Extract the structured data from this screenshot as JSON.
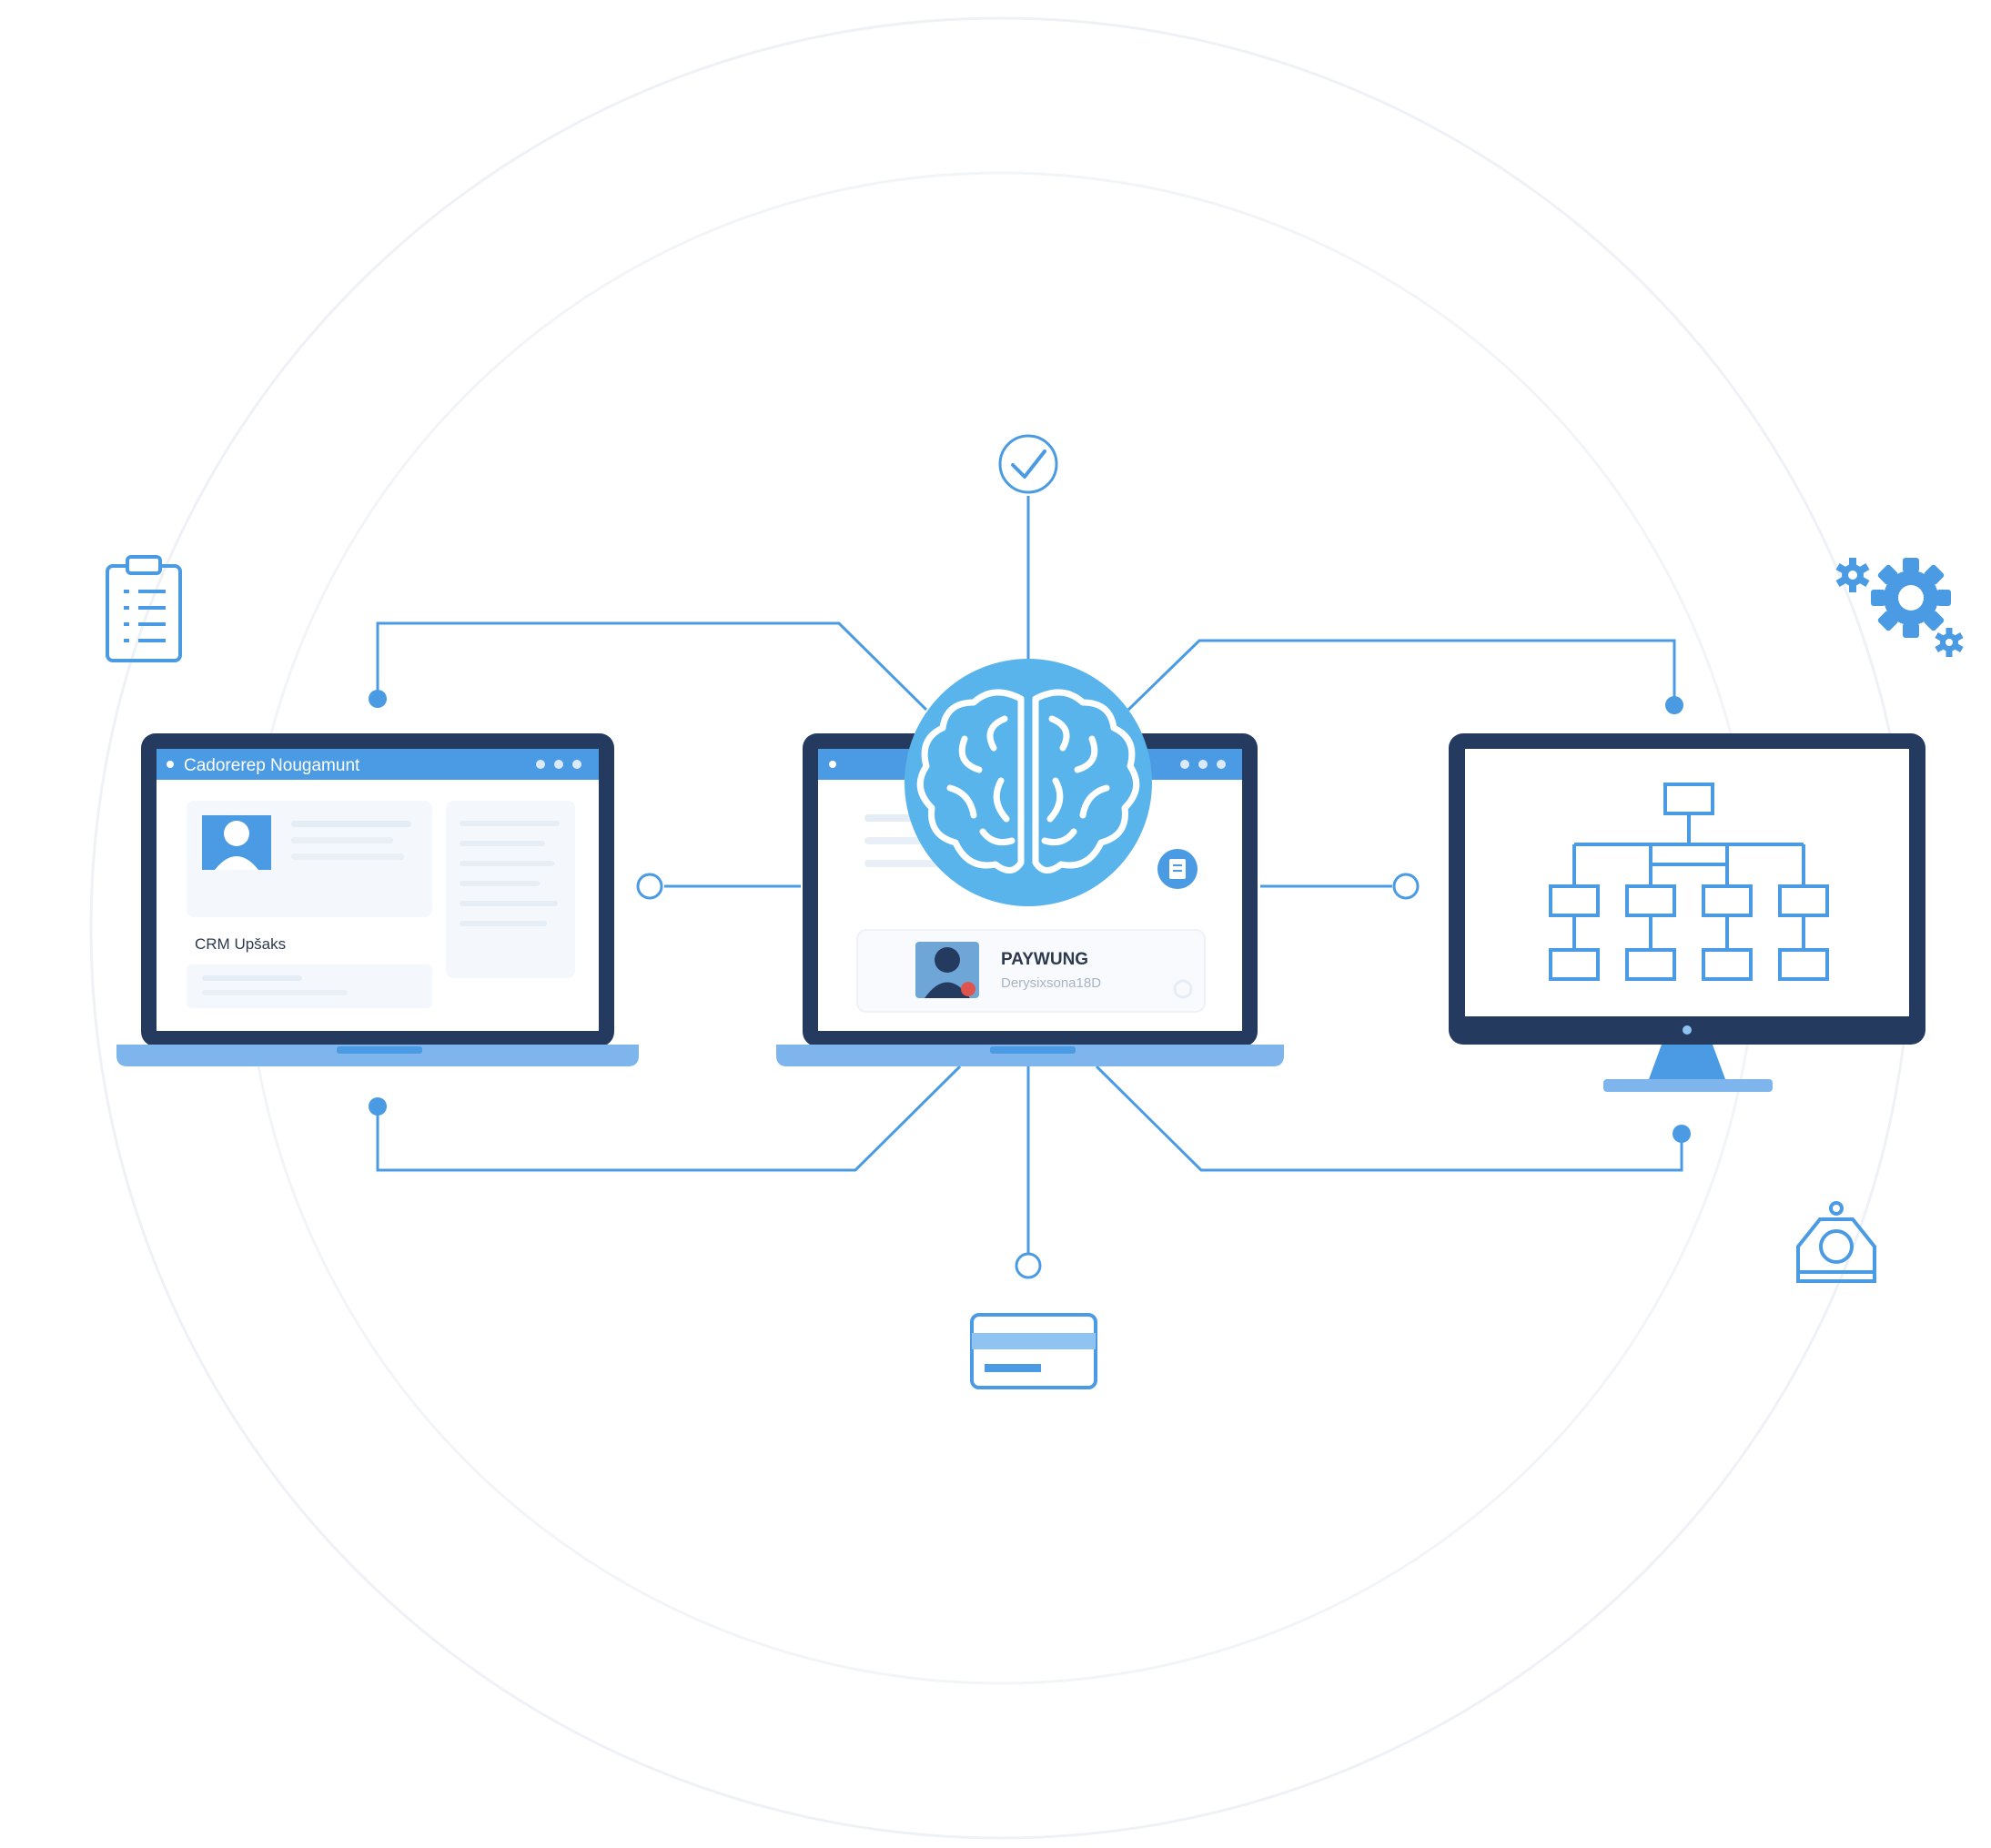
{
  "colors": {
    "accent": "#4a9be3",
    "accent_light": "#8ec3f2",
    "frame_dark": "#243a5e",
    "brain_fill": "#5ab4ec",
    "panel_bg": "#f4f8fc",
    "text_dark": "#2d3a4e",
    "text_muted": "#a8b4c4"
  },
  "left_laptop": {
    "window_title": "Cadorerep Nougamunt",
    "section_label": "CRM Upšaks"
  },
  "center_laptop": {
    "card_title": "PAYWUNG",
    "card_subtitle": "Derysixsona18D"
  },
  "icons": {
    "top": "check-circle-icon",
    "center": "brain-icon",
    "top_left": "clipboard-icon",
    "top_right": "gears-icon",
    "bottom": "credit-card-icon",
    "bottom_right": "camera-icon",
    "right_monitor": "org-chart-icon"
  }
}
